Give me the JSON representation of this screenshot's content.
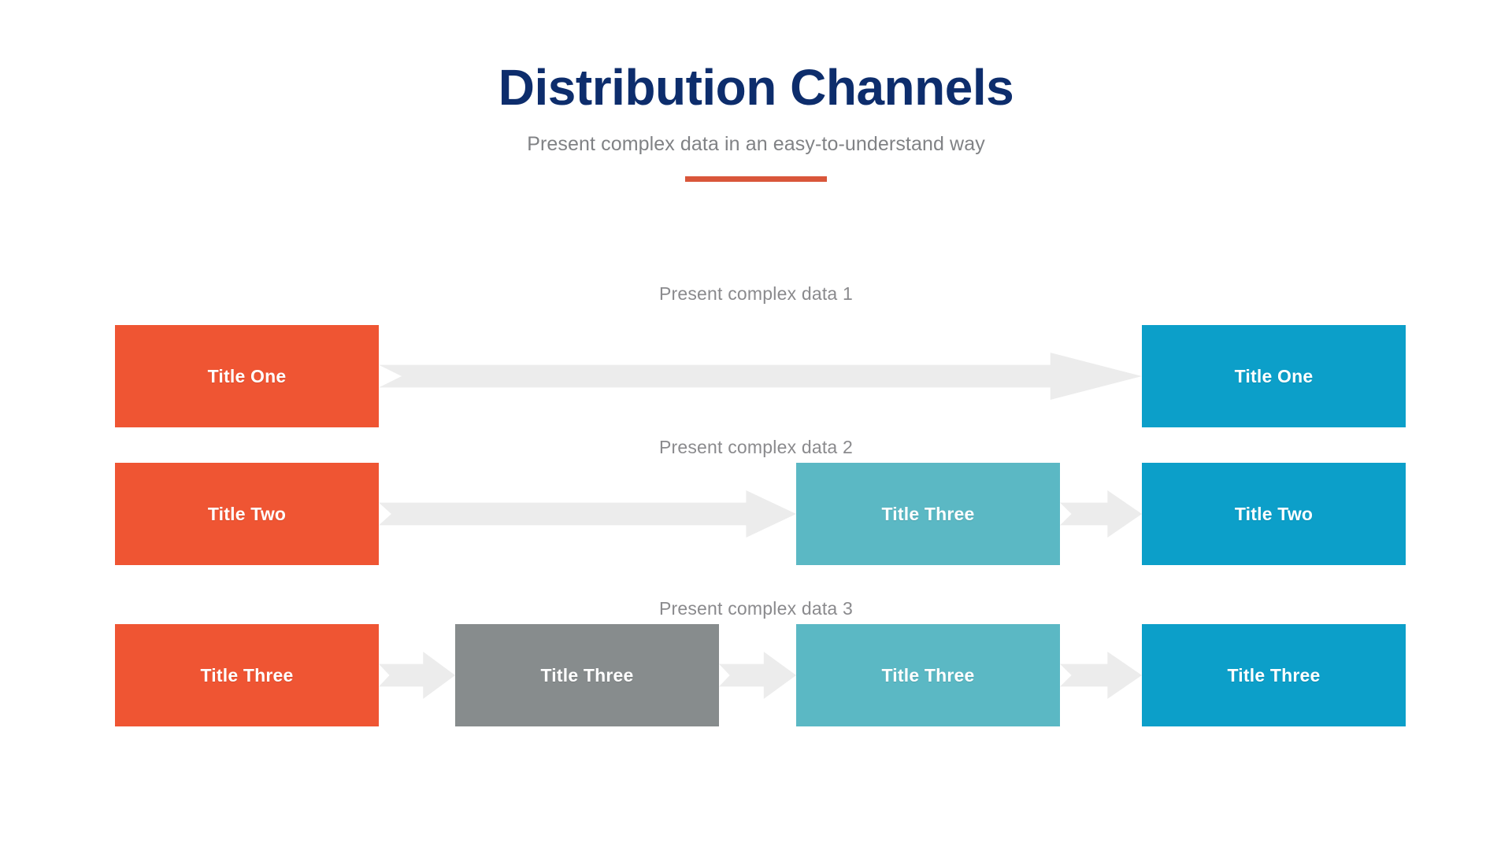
{
  "header": {
    "title": "Distribution Channels",
    "subtitle": "Present complex data in an easy-to-understand way",
    "divider_color": "#D9563A"
  },
  "palette": {
    "title_navy": "#0D2D6C",
    "subtitle_gray": "#808285",
    "orange": "#EF5533",
    "blue": "#0C9FC9",
    "teal": "#5BB8C4",
    "gray": "#878C8D",
    "arrow_gray": "#ECECEC",
    "background": "#FFFFFF"
  },
  "diagram": {
    "rows": [
      {
        "label": "Present complex data 1",
        "nodes": [
          {
            "text": "Title One",
            "color_name": "orange"
          },
          {
            "text": "Title One",
            "color_name": "blue"
          }
        ],
        "arrow_count": 1
      },
      {
        "label": "Present complex data 2",
        "nodes": [
          {
            "text": "Title Two",
            "color_name": "orange"
          },
          {
            "text": "Title Three",
            "color_name": "teal"
          },
          {
            "text": "Title Two",
            "color_name": "blue"
          }
        ],
        "arrow_count": 2
      },
      {
        "label": "Present complex data 3",
        "nodes": [
          {
            "text": "Title Three",
            "color_name": "orange"
          },
          {
            "text": "Title Three",
            "color_name": "gray"
          },
          {
            "text": "Title Three",
            "color_name": "teal"
          },
          {
            "text": "Title Three",
            "color_name": "blue"
          }
        ],
        "arrow_count": 3
      }
    ]
  }
}
